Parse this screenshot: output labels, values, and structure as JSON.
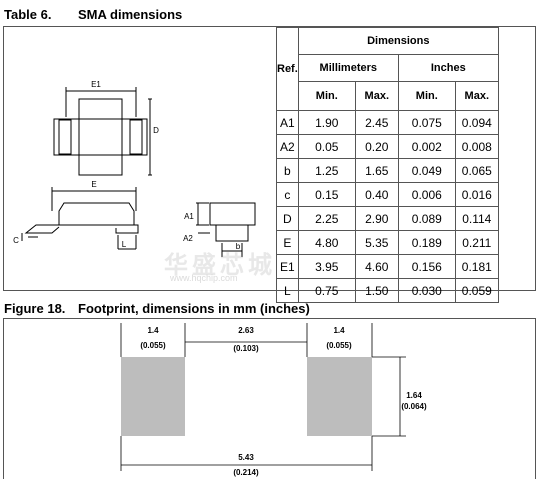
{
  "table_caption": {
    "number": "Table 6.",
    "title": "SMA dimensions"
  },
  "figure_caption": {
    "number": "Figure 18.",
    "title": "Footprint, dimensions in mm (inches)"
  },
  "table": {
    "header_ref": "Ref.",
    "header_dimensions": "Dimensions",
    "header_mm": "Millimeters",
    "header_in": "Inches",
    "min_label": "Min.",
    "max_label": "Max.",
    "rows": [
      {
        "ref": "A1",
        "mm_min": "1.90",
        "mm_max": "2.45",
        "in_min": "0.075",
        "in_max": "0.094"
      },
      {
        "ref": "A2",
        "mm_min": "0.05",
        "mm_max": "0.20",
        "in_min": "0.002",
        "in_max": "0.008"
      },
      {
        "ref": "b",
        "mm_min": "1.25",
        "mm_max": "1.65",
        "in_min": "0.049",
        "in_max": "0.065"
      },
      {
        "ref": "c",
        "mm_min": "0.15",
        "mm_max": "0.40",
        "in_min": "0.006",
        "in_max": "0.016"
      },
      {
        "ref": "D",
        "mm_min": "2.25",
        "mm_max": "2.90",
        "in_min": "0.089",
        "in_max": "0.114"
      },
      {
        "ref": "E",
        "mm_min": "4.80",
        "mm_max": "5.35",
        "in_min": "0.189",
        "in_max": "0.211"
      },
      {
        "ref": "E1",
        "mm_min": "3.95",
        "mm_max": "4.60",
        "in_min": "0.156",
        "in_max": "0.181"
      },
      {
        "ref": "L",
        "mm_min": "0.75",
        "mm_max": "1.50",
        "in_min": "0.030",
        "in_max": "0.059"
      }
    ]
  },
  "drawing_labels": {
    "e1": "E1",
    "d": "D",
    "e": "E",
    "c": "C",
    "l": "L",
    "a1": "A1",
    "a2": "A2",
    "b": "b"
  },
  "footprint": {
    "pad_width_mm": "1.4",
    "pad_width_in": "(0.055)",
    "gap_mm": "2.63",
    "gap_in": "(0.103)",
    "pad_height_mm": "1.64",
    "pad_height_in": "(0.064)",
    "total_mm": "5.43",
    "total_in": "(0.214)"
  },
  "watermark": {
    "text": "华盛芯城",
    "url": "www.hqchip.com"
  },
  "colors": {
    "pad": "#bdbdbd",
    "border": "#555555"
  }
}
